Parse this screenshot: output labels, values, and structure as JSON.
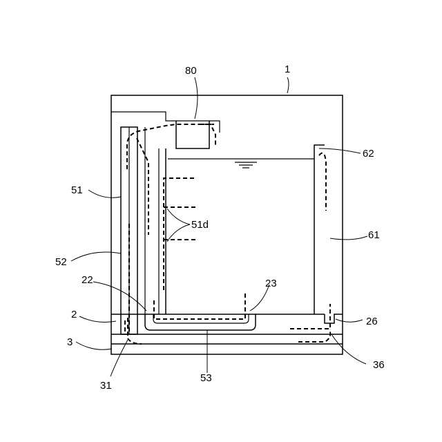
{
  "labels": {
    "l1": "1",
    "l80": "80",
    "l62": "62",
    "l51": "51",
    "l61": "61",
    "l51d": "51d",
    "l52": "52",
    "l22": "22",
    "l23": "23",
    "l2": "2",
    "l26": "26",
    "l3": "3",
    "l36": "36",
    "l31": "31",
    "l53": "53"
  }
}
